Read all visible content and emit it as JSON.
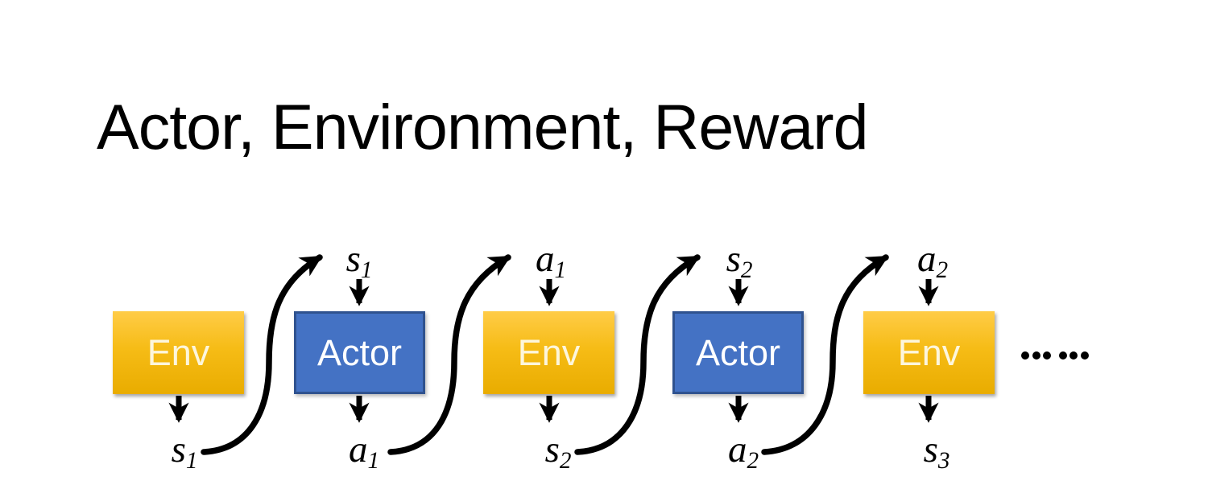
{
  "title": "Actor, Environment, Reward",
  "boxes": [
    {
      "label": "Env",
      "type": "env"
    },
    {
      "label": "Actor",
      "type": "actor"
    },
    {
      "label": "Env",
      "type": "env"
    },
    {
      "label": "Actor",
      "type": "actor"
    },
    {
      "label": "Env",
      "type": "env"
    }
  ],
  "top_labels": [
    {
      "base": "s",
      "sub": "1"
    },
    {
      "base": "a",
      "sub": "1"
    },
    {
      "base": "s",
      "sub": "2"
    },
    {
      "base": "a",
      "sub": "2"
    }
  ],
  "bottom_labels": [
    {
      "base": "s",
      "sub": "1"
    },
    {
      "base": "a",
      "sub": "1"
    },
    {
      "base": "s",
      "sub": "2"
    },
    {
      "base": "a",
      "sub": "2"
    },
    {
      "base": "s",
      "sub": "3"
    }
  ],
  "ellipsis": "……",
  "colors": {
    "env_fill_top": "#FFCC47",
    "env_fill_bottom": "#E9AC00",
    "env_text": "#FDF6DC",
    "actor_fill": "#4472C4",
    "actor_border": "#2F528F",
    "actor_text": "#FFFFFF",
    "arrow": "#000000",
    "title_text": "#000000"
  }
}
